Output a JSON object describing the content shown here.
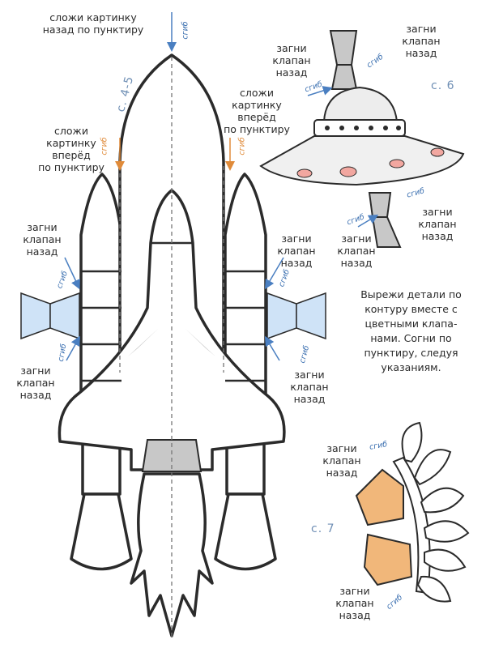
{
  "labels": {
    "fold_back_top": [
      "сложи картинку",
      "назад по пунктиру"
    ],
    "fold_forward_left": [
      "сложи",
      "картинку",
      "вперёд",
      "по пунктиру"
    ],
    "fold_forward_right": [
      "сложи",
      "картинку",
      "вперёд",
      "по пунктиру"
    ],
    "flap": [
      "загни",
      "клапан",
      "назад"
    ],
    "bend": "сгиб"
  },
  "pages": {
    "p45": "с. 4-5",
    "p6": "с. 6",
    "p7": "с. 7"
  },
  "instruction": [
    "Вырежи детали по",
    "контуру вместе с",
    "цветными клапа-",
    "нами. Согни по",
    "пунктиру, следуя",
    "указаниям."
  ],
  "colors": {
    "outline": "#2b2b2b",
    "flap_blue": "#cfe3f7",
    "flap_gray": "#c8c8c8",
    "flap_orange": "#f1b77a",
    "arrow_blue": "#4a7fc1",
    "arrow_orange": "#e08b3a",
    "ufo_pink": "#f2a7a0"
  }
}
